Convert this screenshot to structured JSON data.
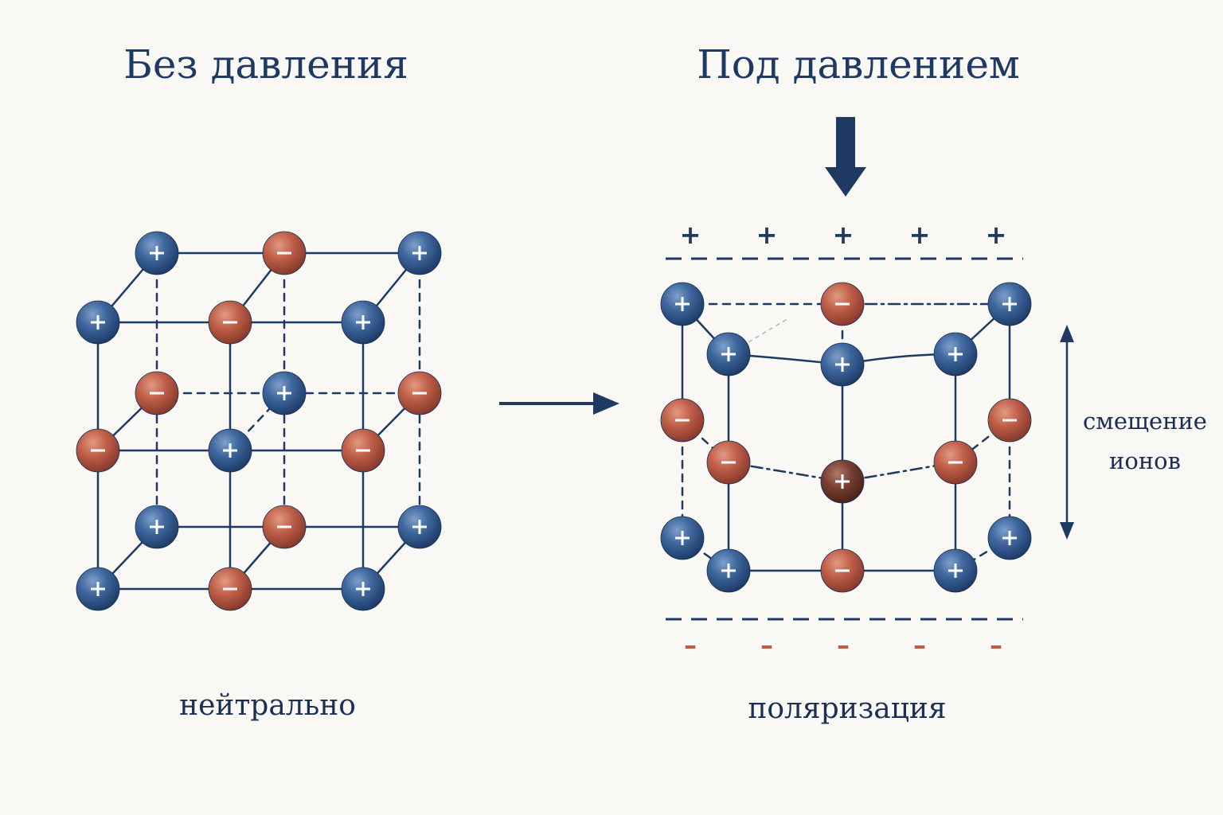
{
  "left_panel": {
    "title": "Без давления",
    "caption": "нейтрально"
  },
  "right_panel": {
    "title": "Под давлением",
    "caption": "поляризация",
    "displacement_label_line1": "смещение",
    "displacement_label_line2": "ионов",
    "top_surface_charge": "+",
    "bottom_surface_charge": "–"
  },
  "icons": [
    "pressure-arrow-down-icon",
    "transition-arrow-right-icon",
    "double-arrow-vertical-icon"
  ],
  "colors": {
    "cation": "#3a6398",
    "anion": "#bf5c45",
    "center_ion": "#8a4a3c",
    "text": "#1e3a63",
    "line": "#1e3a63",
    "negative_charge": "#bd5e48",
    "background": "#f9f8f4"
  }
}
